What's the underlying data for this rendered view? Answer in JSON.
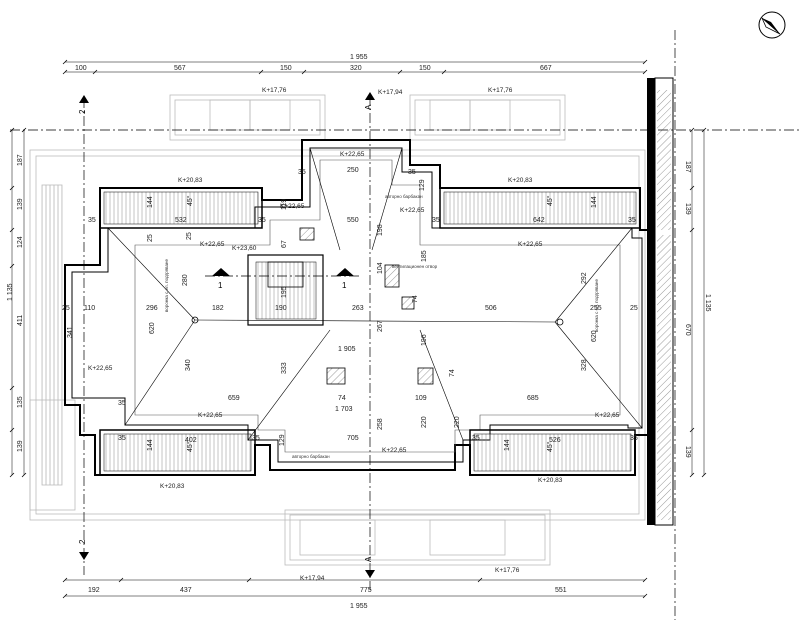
{
  "dimensions": {
    "top_total": "1 955",
    "top_segments": [
      "100",
      "567",
      "150",
      "320",
      "150",
      "667"
    ],
    "bottom_segments": [
      "192",
      "437",
      "775",
      "551"
    ],
    "bottom_total": "1 955",
    "left_segments": [
      "187",
      "139",
      "124",
      "411",
      "135",
      "139"
    ],
    "left_total": "1 135",
    "right_segments": [
      "187",
      "139",
      "670",
      "139"
    ],
    "right_total": "1 135"
  },
  "levels": {
    "top_left_window": "K+17,76",
    "top_center_window": "K+17,94",
    "top_right_window": "K+17,76",
    "ridge_top": "K+22,65",
    "dormer_left_top": "K+20,83",
    "dormer_right_top": "K+20,83",
    "eave_top_center": "K+22,65",
    "eave_left_inner": "K+22,65",
    "eave_right_inner": "K+22,65",
    "stair_roof": "K+23,60",
    "left_mid": "K+22,65",
    "right_lower": "K+22,65",
    "left_lower": "K+22,65",
    "bottom_center": "K+22,65",
    "dormer_left_bottom": "K+20,83",
    "dormer_right_bottom": "K+20,83",
    "bottom_center_window": "K+17,94",
    "bottom_right_window": "K+17,76"
  },
  "interior_dims": {
    "d250": "250",
    "d35a": "35",
    "d35b": "35",
    "d532": "532",
    "d550": "550",
    "d642": "642",
    "d144a": "144",
    "d144b": "144",
    "d144c": "144",
    "d144d": "144",
    "d25a": "25",
    "d25b": "25",
    "d280": "280",
    "d296": "296",
    "d110": "110",
    "d182": "182",
    "d190": "190",
    "d263": "263",
    "d506": "506",
    "d255": "255",
    "d292": "292",
    "d1905": "1 905",
    "d620a": "620",
    "d620b": "620",
    "d341": "341",
    "d340": "340",
    "d333": "333",
    "d328": "328",
    "d659": "659",
    "d74a": "74",
    "d74b": "74",
    "d1703": "1 703",
    "d109": "109",
    "d685": "685",
    "d402": "402",
    "d705": "705",
    "d526": "526",
    "d129a": "129",
    "d129b": "129",
    "d67": "67",
    "d195": "195",
    "d198": "198",
    "d185": "185",
    "d104": "104",
    "d267": "267",
    "d196": "196",
    "d220a": "220",
    "d220b": "220",
    "d258": "258",
    "d119": "119",
    "deg45a": "45°",
    "deg45b": "45°",
    "deg45c": "45°",
    "deg45d": "45°"
  },
  "section_marks": {
    "left_num": "2",
    "center_letter": "A",
    "stair_num": "1"
  },
  "notes": {
    "funnel_left": "воронка с ел. подгряване",
    "funnel_right": "воронка с ел. подгряване",
    "hatch": "вентилационен отвор",
    "outlet": "aвторно барбакан"
  }
}
